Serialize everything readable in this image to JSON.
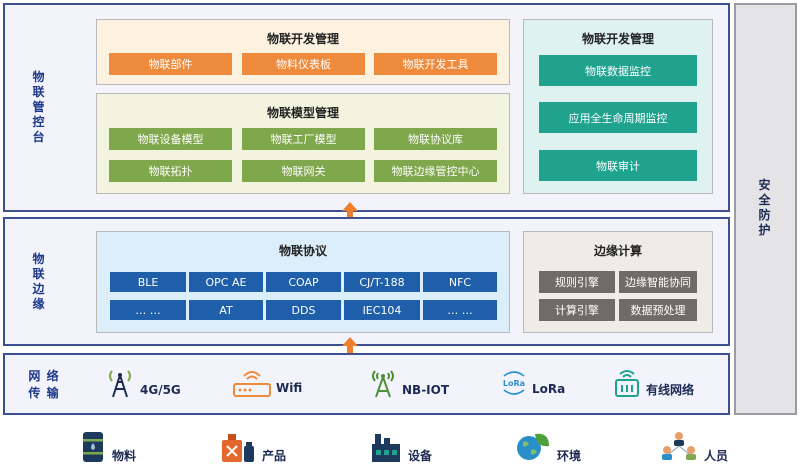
{
  "platform": {
    "side_label": "物\n联\n管\n控\n台",
    "dev_panel": {
      "title": "物联开发管理",
      "items": [
        "物联部件",
        "物料仪表板",
        "物联开发工具"
      ]
    },
    "model_panel": {
      "title": "物联模型管理",
      "items": [
        "物联设备模型",
        "物联工厂模型",
        "物联协议库",
        "物联拓扑",
        "物联网关",
        "物联边缘管控中心"
      ]
    },
    "right_panel": {
      "title": "物联开发管理",
      "items": [
        "物联数据监控",
        "应用全生命周期监控",
        "物联审计"
      ]
    }
  },
  "edge": {
    "side_label": "物\n联\n边\n缘",
    "protocol_panel": {
      "title": "物联协议",
      "items": [
        "BLE",
        "OPC AE",
        "COAP",
        "CJ/T-188",
        "NFC",
        "… …",
        "AT",
        "DDS",
        "IEC104",
        "… …"
      ]
    },
    "compute_panel": {
      "title": "边缘计算",
      "items": [
        "规则引擎",
        "边缘智能协同",
        "计算引擎",
        "数据预处理"
      ]
    }
  },
  "network": {
    "side_label": "网 络\n传 输",
    "items": [
      {
        "label": "4G/5G",
        "icon": "cell-tower-icon"
      },
      {
        "label": "Wifi",
        "icon": "wifi-router-icon"
      },
      {
        "label": "NB-IOT",
        "icon": "nbiot-antenna-icon"
      },
      {
        "label": "LoRa",
        "icon": "lora-icon",
        "icon_text": "LoRa"
      },
      {
        "label": "有线网络",
        "icon": "wired-router-icon"
      }
    ]
  },
  "security": {
    "label": "安\n全\n防\n护"
  },
  "base": {
    "items": [
      {
        "label": "物料",
        "icon": "barrel-icon"
      },
      {
        "label": "产品",
        "icon": "product-icon"
      },
      {
        "label": "设备",
        "icon": "factory-icon"
      },
      {
        "label": "环境",
        "icon": "leaf-globe-icon"
      },
      {
        "label": "人员",
        "icon": "people-icon"
      }
    ]
  },
  "colors": {
    "frame": "#3d4f8e",
    "orange": "#ee8a3c",
    "green": "#7fa74b",
    "teal": "#1fa38f",
    "blue": "#1f5ea8",
    "grey": "#726a64",
    "arrow": "#ef7f2a"
  }
}
